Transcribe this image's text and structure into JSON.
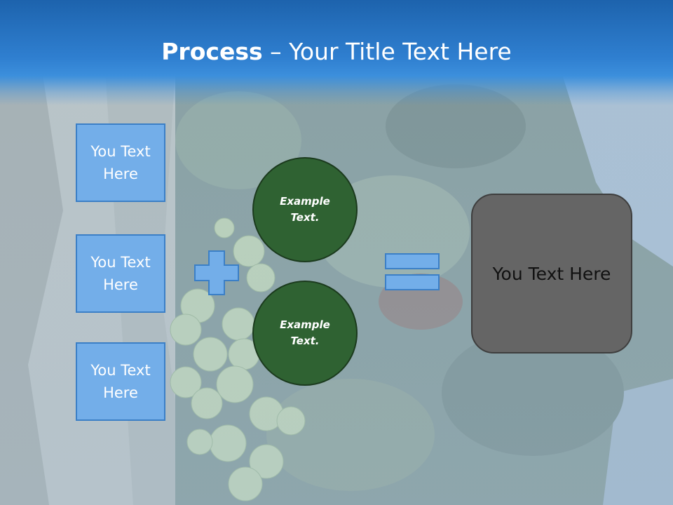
{
  "header": {
    "title_bold": "Process",
    "title_rest": " – Your Title Text Here"
  },
  "left_boxes": [
    {
      "label": "You Text Here"
    },
    {
      "label": "You Text Here"
    },
    {
      "label": "You Text Here"
    }
  ],
  "circles": [
    {
      "label": "Example Text."
    },
    {
      "label": "Example Text."
    }
  ],
  "operators": {
    "plus_icon": "plus-icon",
    "equals_icon": "equals-icon"
  },
  "result_box": {
    "label": "You Text Here"
  },
  "colors": {
    "header_blue": "#2f7fd0",
    "box_blue": "#73aee9",
    "box_border": "#3b7fc6",
    "circle_green": "#2f6232",
    "result_gray": "#656565"
  }
}
